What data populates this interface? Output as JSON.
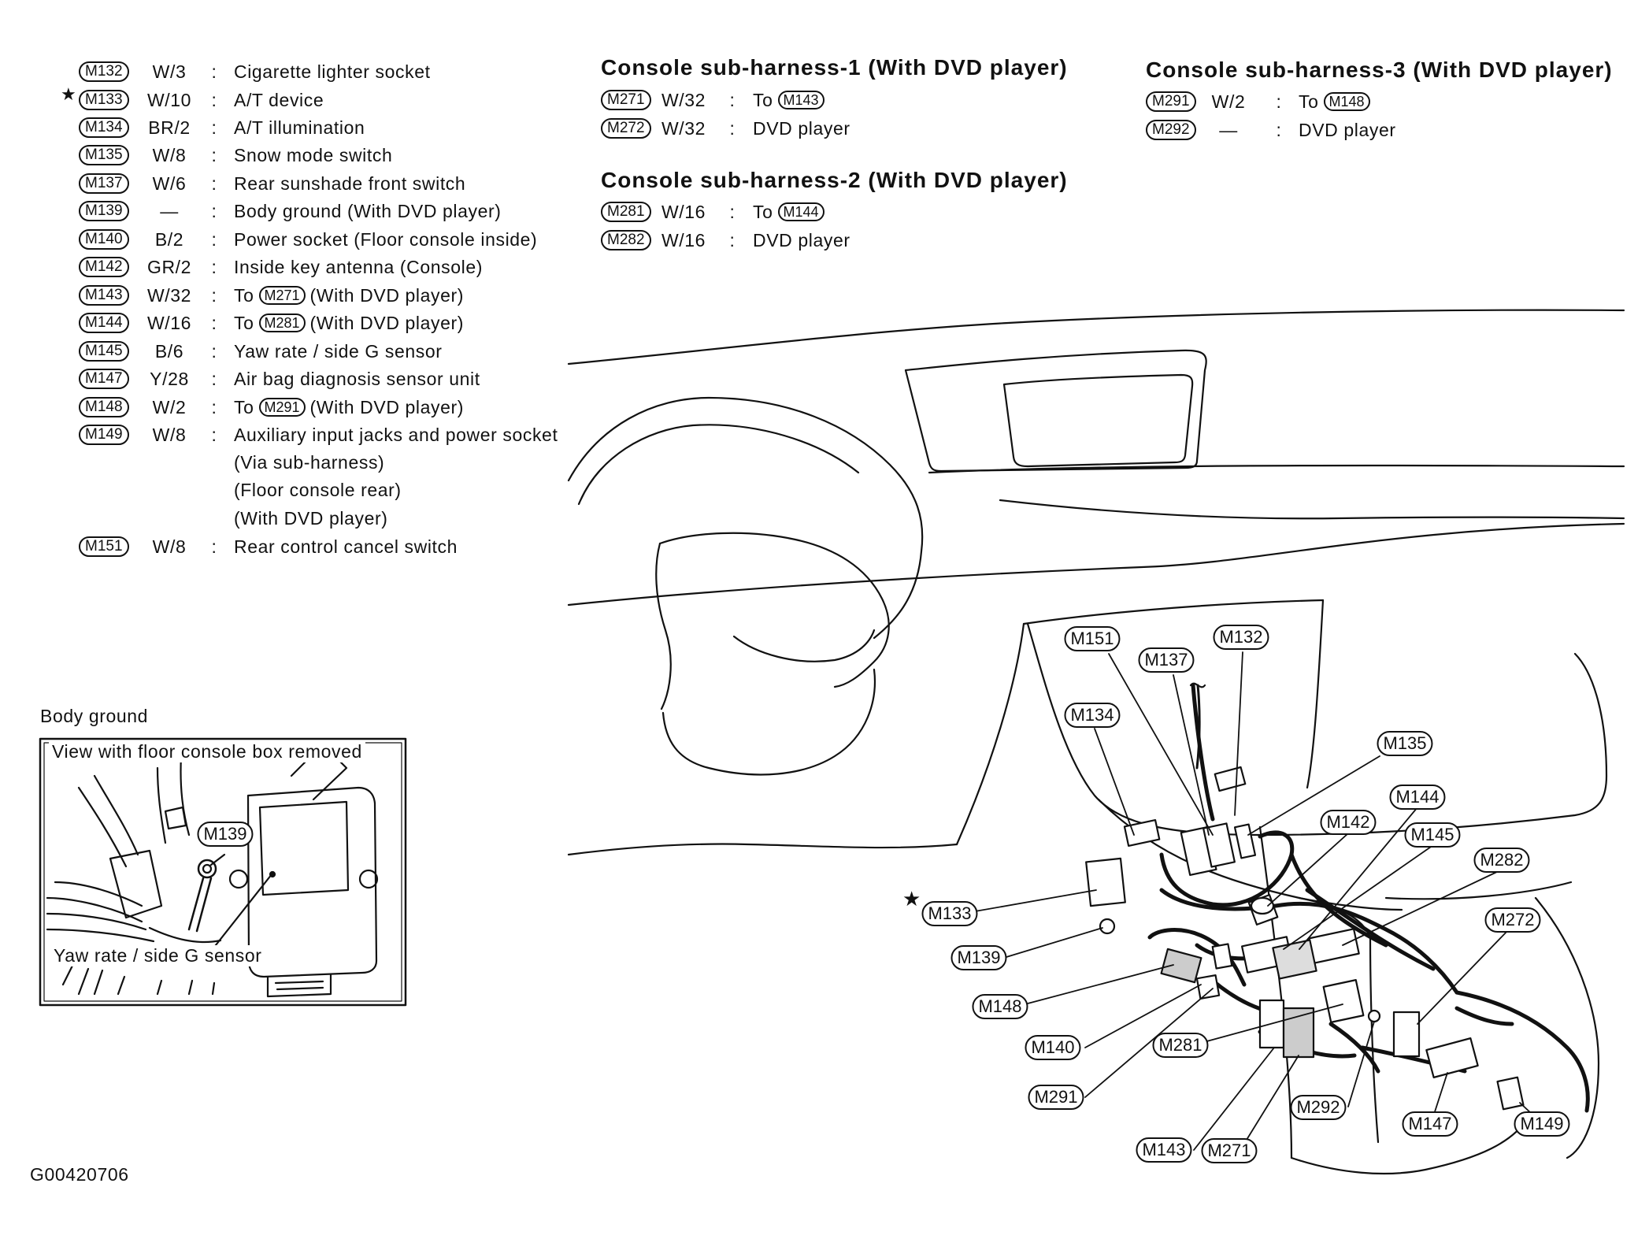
{
  "connector_list": [
    {
      "id": "M132",
      "wire": "W/3",
      "desc": "Cigarette lighter socket"
    },
    {
      "id": "M133",
      "wire": "W/10",
      "desc": "A/T device",
      "star": "★"
    },
    {
      "id": "M134",
      "wire": "BR/2",
      "desc": "A/T illumination"
    },
    {
      "id": "M135",
      "wire": "W/8",
      "desc": "Snow mode switch"
    },
    {
      "id": "M137",
      "wire": "W/6",
      "desc": "Rear sunshade front switch"
    },
    {
      "id": "M139",
      "wire": "—",
      "desc": "Body ground (With DVD player)"
    },
    {
      "id": "M140",
      "wire": "B/2",
      "desc": "Power socket (Floor console inside)"
    },
    {
      "id": "M142",
      "wire": "GR/2",
      "desc": "Inside key antenna (Console)"
    },
    {
      "id": "M143",
      "wire": "W/32",
      "desc_pre": "To",
      "desc_ref": "M271",
      "desc_post": "(With DVD player)"
    },
    {
      "id": "M144",
      "wire": "W/16",
      "desc_pre": "To",
      "desc_ref": "M281",
      "desc_post": "(With DVD player)"
    },
    {
      "id": "M145",
      "wire": "B/6",
      "desc": "Yaw rate / side G sensor"
    },
    {
      "id": "M147",
      "wire": "Y/28",
      "desc": "Air bag diagnosis sensor unit"
    },
    {
      "id": "M148",
      "wire": "W/2",
      "desc_pre": "To",
      "desc_ref": "M291",
      "desc_post": "(With DVD player)"
    },
    {
      "id": "M149",
      "wire": "W/8",
      "desc": "Auxiliary input jacks and power socket",
      "desc_lines": [
        "(Via sub-harness)",
        "(Floor console rear)",
        "(With DVD player)"
      ]
    },
    {
      "id": "M151",
      "wire": "W/8",
      "desc": "Rear control cancel switch"
    }
  ],
  "sub_harnesses": [
    {
      "title": "Console sub-harness-1 (With DVD player)",
      "rows": [
        {
          "id": "M271",
          "wire": "W/32",
          "desc_pre": "To",
          "desc_ref": "M143"
        },
        {
          "id": "M272",
          "wire": "W/32",
          "desc": "DVD player"
        }
      ]
    },
    {
      "title": "Console sub-harness-2 (With DVD player)",
      "rows": [
        {
          "id": "M281",
          "wire": "W/16",
          "desc_pre": "To",
          "desc_ref": "M144"
        },
        {
          "id": "M282",
          "wire": "W/16",
          "desc": "DVD player"
        }
      ]
    },
    {
      "title": "Console sub-harness-3 (With DVD player)",
      "rows": [
        {
          "id": "M291",
          "wire": "W/2",
          "desc_pre": "To",
          "desc_ref": "M148"
        },
        {
          "id": "M292",
          "wire": "—",
          "desc": "DVD player"
        }
      ]
    }
  ],
  "colon": ":",
  "inset": {
    "caption": "Body ground",
    "view_label": "View with floor console box removed",
    "callout": "M139",
    "sensor_label": "Yaw rate / side G sensor"
  },
  "main_callouts": {
    "m151": "M151",
    "m137": "M137",
    "m132": "M132",
    "m134": "M134",
    "m135": "M135",
    "m144": "M144",
    "m142": "M142",
    "m145": "M145",
    "m282": "M282",
    "m133": "M133",
    "m272": "M272",
    "m139": "M139",
    "m148": "M148",
    "m281": "M281",
    "m140": "M140",
    "m291": "M291",
    "m292": "M292",
    "m147": "M147",
    "m149": "M149",
    "m143": "M143",
    "m271": "M271",
    "star": "★"
  },
  "figure_id": "G00420706"
}
